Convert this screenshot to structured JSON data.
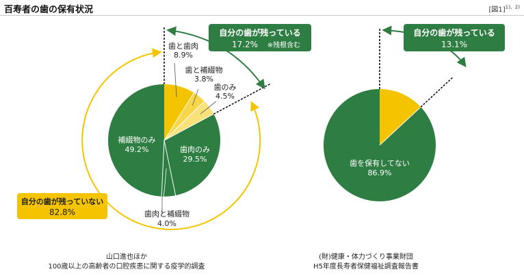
{
  "header": {
    "title": "百寿者の歯の保有状況",
    "figure_ref": "[図1]",
    "figure_ref_sup": "1)、2)"
  },
  "chart_data": [
    {
      "type": "pie",
      "slices": [
        {
          "label": "歯と歯肉",
          "value": 8.9,
          "value_label": "8.9%",
          "color": "#f5c400"
        },
        {
          "label": "歯と補綴物",
          "value": 3.8,
          "value_label": "3.8%",
          "color": "#f7d64a"
        },
        {
          "label": "歯のみ",
          "value": 4.5,
          "value_label": "4.5%",
          "color": "#f9e27a"
        },
        {
          "label": "歯肉のみ",
          "value": 29.5,
          "value_label": "29.5%",
          "color": "#2e7d42"
        },
        {
          "label": "歯肉と補綴物",
          "value": 4.0,
          "value_label": "4.0%",
          "color": "#2e7d42"
        },
        {
          "label": "補綴物のみ",
          "value": 49.2,
          "value_label": "49.2%",
          "color": "#2e7d42"
        }
      ],
      "callout_has_teeth": {
        "text": "自分の歯が残っている",
        "value": "17.2%",
        "note": "※残根含む"
      },
      "callout_no_teeth": {
        "text": "自分の歯が残っていない",
        "value": "82.8%"
      },
      "source": [
        "山口進也ほか",
        "100歳以上の高齢者の口腔疾患に関する疫学的調査"
      ]
    },
    {
      "type": "pie",
      "slices": [
        {
          "label": "",
          "value": 13.1,
          "value_label": "",
          "color": "#f5c400"
        },
        {
          "label": "歯を保有してない",
          "value": 86.9,
          "value_label": "86.9%",
          "color": "#2e7d42"
        }
      ],
      "callout_has_teeth": {
        "text": "自分の歯が残っている",
        "value": "13.1%"
      },
      "source": [
        "(財)健康・体力づくり事業財団",
        "H5年度長寿者保健福祉調査報告書"
      ]
    }
  ]
}
